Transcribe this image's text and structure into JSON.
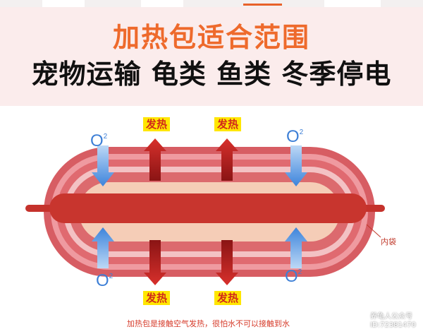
{
  "header": {
    "title": "加热包适合范围",
    "subtitle": "宠物运输 龟类 鱼类 冬季停电"
  },
  "diagram": {
    "heat_label": "发热",
    "oxygen_label": "O",
    "oxygen_sup": "2",
    "pouch_label": "内袋",
    "caption": "加热包是接触空气发热，很怕水不可以接触到水"
  },
  "watermark": {
    "line1": "养龟人公众号",
    "line2": "ID:72381470"
  },
  "colors": {
    "title_orange": "#ee6a2c",
    "header_bg": "#fbecec",
    "heat_tag_bg": "#ffe600",
    "heat_text": "#d12a1a",
    "oxygen_blue": "#3d7fd6",
    "pouch_red": "#c0392b"
  }
}
